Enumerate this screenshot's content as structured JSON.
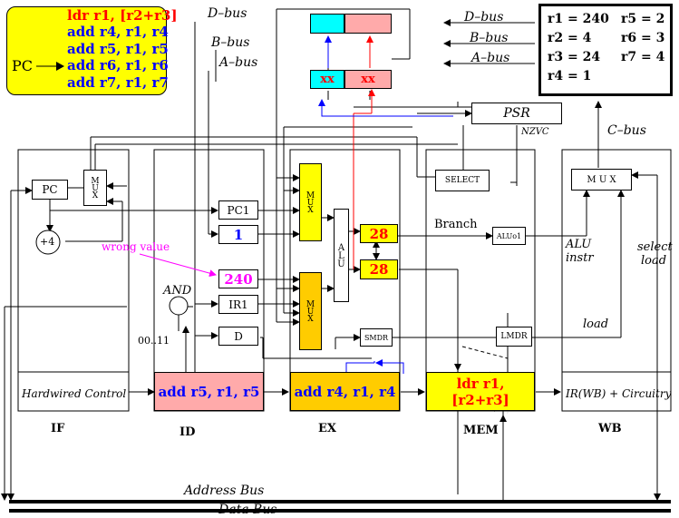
{
  "program": {
    "pc_label": "PC",
    "instructions": [
      "ldr r1, [r2+r3]",
      "add r4, r1, r4",
      "add r5, r1, r5",
      "add r6, r1, r6",
      "add r7, r1, r7"
    ]
  },
  "registers": {
    "left": [
      "r1 = 240",
      "r2 = 4",
      "r3 = 24",
      "r4 = 1"
    ],
    "right": [
      "r5 = 2",
      "r6 = 3",
      "r7 = 4"
    ]
  },
  "buses": {
    "d": "D–bus",
    "b": "B–bus",
    "a": "A–bus",
    "c": "C–bus",
    "address": "Address Bus",
    "data": "Data Bus"
  },
  "stages": {
    "if": "IF",
    "id": "ID",
    "ex": "EX",
    "mem": "MEM",
    "wb": "WB"
  },
  "stage_instructions": {
    "if": "Hardwired Control",
    "id": "add r5, r1, r5",
    "ex": "add r4, r1, r4",
    "mem": "ldr r1, [r2+r3]",
    "wb": "IR(WB) + Circuitry"
  },
  "blocks": {
    "pc": "PC",
    "mux": "MUX",
    "alu": "ALU",
    "pc_inc": "+4",
    "pc1": "PC1",
    "one": "1",
    "val240": "240",
    "ir1": "IR1",
    "d": "D",
    "and_label": "AND",
    "bits": "00..11",
    "smdr": "SMDR",
    "psr": "PSR",
    "nzvc": "NZVC",
    "select": "SELECT",
    "aluo1": "ALUo1",
    "lmdr": "LMDR",
    "wb_mux": "M U X",
    "alu_top": "28",
    "alu_bottom": "28",
    "xx1": "xx",
    "xx2": "xx"
  },
  "labels": {
    "wrong_value": "wrong value",
    "branch": "Branch",
    "alu_instr_1": "ALU",
    "alu_instr_2": "instr",
    "select_load_1": "select",
    "select_load_2": "load",
    "load": "load"
  },
  "colors": {
    "yellow": "#ffff00",
    "orange": "#ffcc00",
    "pink": "#ffaaaa",
    "cyan": "#00ffff",
    "red": "#ff0000",
    "blue": "#0000ff",
    "magenta": "#ff00ff"
  }
}
